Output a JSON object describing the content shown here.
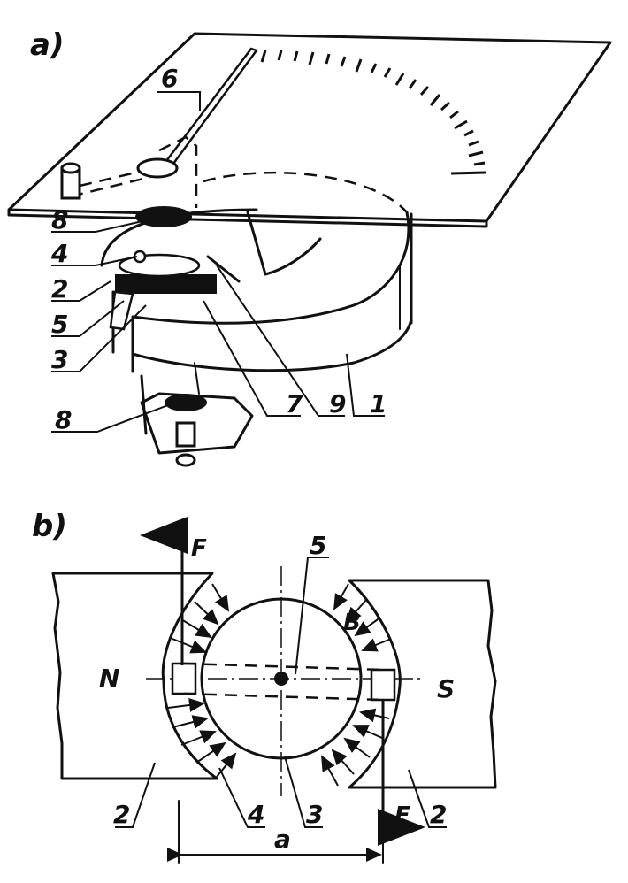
{
  "part_a": {
    "label": "a)",
    "callouts": [
      "6",
      "8",
      "4",
      "2",
      "5",
      "3",
      "7",
      "9",
      "1",
      "8"
    ]
  },
  "part_b": {
    "label": "b)",
    "pole_north": "N",
    "pole_south": "S",
    "force_top": "F",
    "force_bottom": "F",
    "field_label": "B",
    "dimension_label": "a",
    "callouts": [
      "5",
      "2",
      "4",
      "3",
      "2"
    ]
  }
}
